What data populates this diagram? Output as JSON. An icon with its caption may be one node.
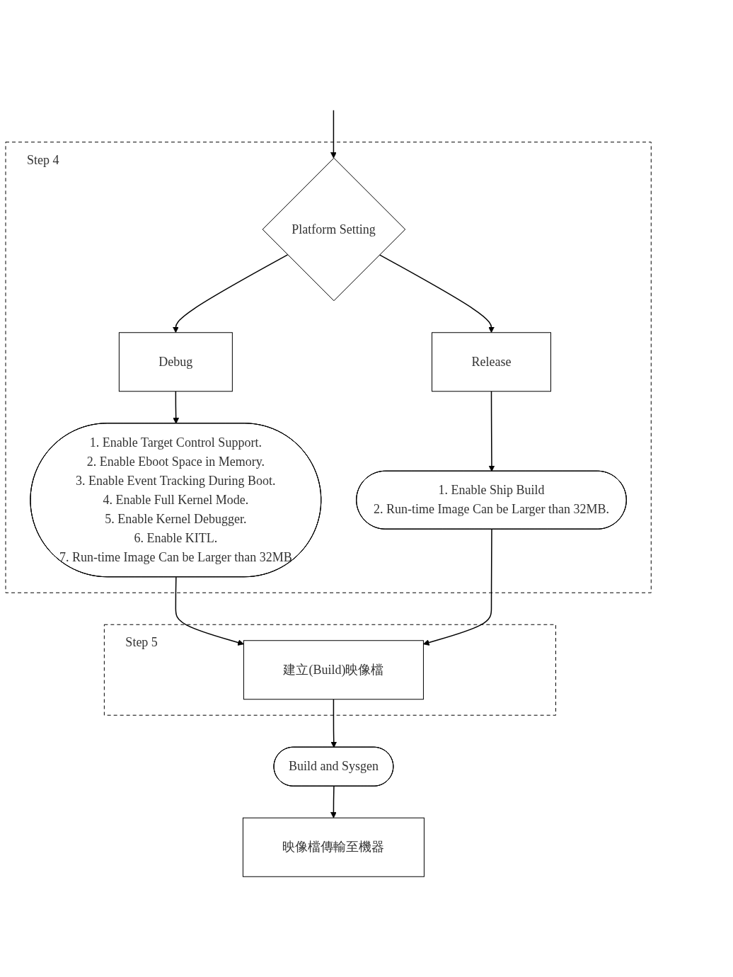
{
  "diagram": {
    "nodes": [
      {
        "text": [
          "Step 4"
        ]
      },
      {
        "text": [
          "Platform Setting"
        ],
        "in": 0
      },
      {
        "text": [
          "Debug"
        ],
        "in": 0
      },
      {
        "text": [
          "Release"
        ],
        "in": 0
      },
      {
        "text": [
          "1. Enable Target Control Support.",
          "2. Enable Eboot Space in Memory.",
          "3. Enable Event Tracking During Boot.",
          "4. Enable Full Kernel Mode.",
          "5. Enable Kernel Debugger.",
          "6. Enable KITL.",
          "7. Run-time Image Can be Larger than 32MB"
        ],
        "in": 0
      },
      {
        "text": [
          "1. Enable Ship Build",
          "2. Run-time Image Can be Larger than 32MB."
        ],
        "in": 0
      },
      {
        "text": [
          "Step 5"
        ]
      },
      {
        "text": [
          "建立(Build)映像檔"
        ],
        "in": 6
      },
      {
        "text": [
          "Build and Sysgen"
        ]
      },
      {
        "text": [
          "映像檔傳輸至機器"
        ]
      }
    ],
    "edges": [
      {
        "from": null,
        "to": 1,
        "arrow": "to"
      },
      {
        "from": 1,
        "to": 2,
        "arrow": "to"
      },
      {
        "from": 1,
        "to": 3,
        "arrow": "to"
      },
      {
        "from": 2,
        "to": 4,
        "arrow": "to"
      },
      {
        "from": 3,
        "to": 5,
        "arrow": "to"
      },
      {
        "from": 4,
        "to": 7,
        "arrow": "to"
      },
      {
        "from": 5,
        "to": 7,
        "arrow": "to"
      },
      {
        "from": 7,
        "to": 8,
        "arrow": "to"
      },
      {
        "from": 8,
        "to": 9,
        "arrow": "to"
      }
    ]
  }
}
